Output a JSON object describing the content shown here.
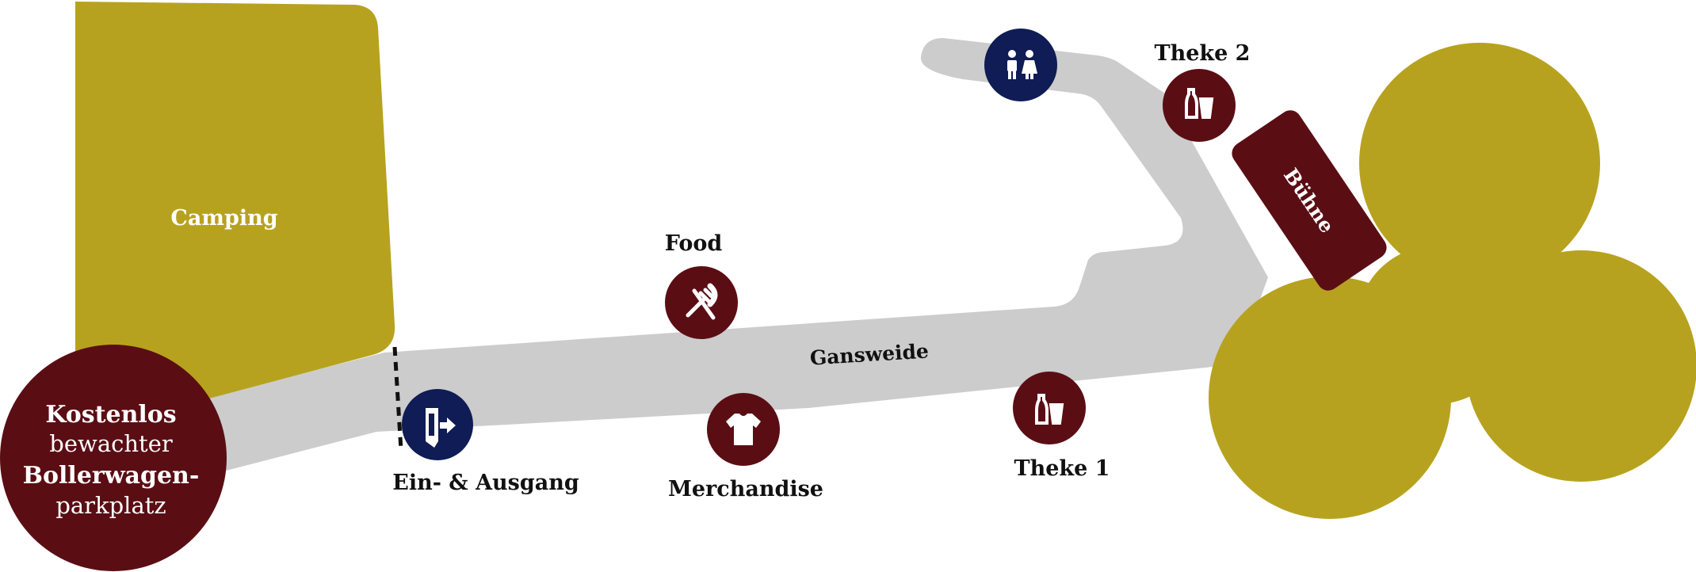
{
  "colors": {
    "olive": "#b7a21f",
    "path": "#cccccc",
    "maroon": "#5a0e14",
    "navy": "#0f1c55",
    "text": "#111111",
    "white": "#ffffff"
  },
  "areas": {
    "camping": "Camping",
    "stage": "Bühne",
    "street": "Gansweide"
  },
  "parking": {
    "line1": "Kostenlos",
    "line2": "bewachter",
    "line3": "Bollerwagen-",
    "line4": "parkplatz"
  },
  "pois": {
    "entrance": "Ein- & Ausgang",
    "food": "Food",
    "merch": "Merchandise",
    "bar1": "Theke 1",
    "bar2": "Theke 2"
  },
  "icons": {
    "entrance": "door-exit-icon",
    "food": "fork-knife-icon",
    "merch": "tshirt-icon",
    "bar1": "bottle-cup-icon",
    "bar2": "bottle-cup-icon",
    "toilets": "toilets-icon"
  }
}
